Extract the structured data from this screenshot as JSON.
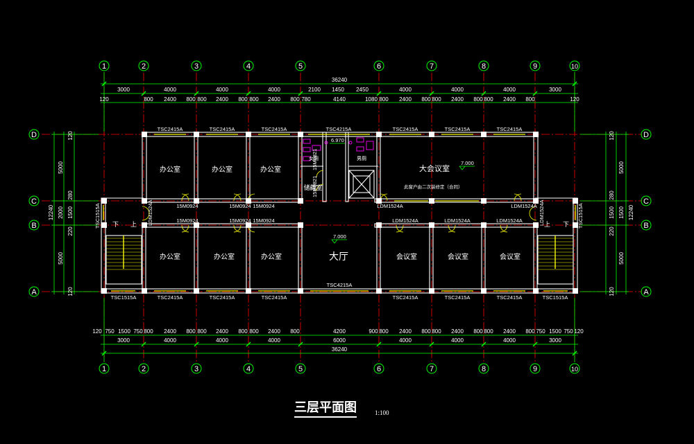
{
  "title": "三层平面图",
  "scale": "1:100",
  "colors": {
    "background": "#000000",
    "wall": "#ffffff",
    "window": "#ffff00",
    "dimension": "#00ff00",
    "axis": "#ff0000",
    "annotation": "#ff00ff"
  },
  "axes_vertical": [
    "1",
    "2",
    "3",
    "4",
    "5",
    "6",
    "7",
    "8",
    "9",
    "10"
  ],
  "axes_horizontal": [
    "D",
    "C",
    "B",
    "A"
  ],
  "dims": {
    "top_total": "36240",
    "top_row1": [
      "3000",
      "4000",
      "4000",
      "4000",
      "2100",
      "1450",
      "2450",
      "4000",
      "4000",
      "4000",
      "3000"
    ],
    "top_row2": [
      "120",
      "800",
      "2400",
      "800",
      "800",
      "2400",
      "800",
      "800",
      "2400",
      "800",
      "780",
      "4140",
      "1080",
      "800",
      "2400",
      "800",
      "800",
      "2400",
      "800",
      "800",
      "2400",
      "800",
      "120"
    ],
    "bottom_row1": [
      "120",
      "750",
      "1500",
      "750",
      "800",
      "2400",
      "800",
      "800",
      "2400",
      "800",
      "800",
      "2400",
      "800",
      "4200",
      "900",
      "800",
      "2400",
      "800",
      "800",
      "2400",
      "800",
      "800",
      "2400",
      "800",
      "750",
      "1500",
      "750",
      "120"
    ],
    "bottom_row2": [
      "3000",
      "4000",
      "4000",
      "4000",
      "6000",
      "4000",
      "4000",
      "4000",
      "3000"
    ],
    "bottom_total": "36240",
    "left_outer": [
      "5000",
      "2000",
      "5000"
    ],
    "left_total": "12240",
    "left_inner": [
      "120",
      "280",
      "1500",
      "220",
      "120"
    ],
    "right_outer": [
      "5000",
      "1500",
      "5000"
    ],
    "right_total": "12240",
    "right_inner": [
      "120",
      "280",
      "1500",
      "220",
      "120"
    ]
  },
  "rooms": {
    "office1": "办公室",
    "office2": "办公室",
    "office3": "办公室",
    "storage": "储藏室",
    "female_wc": "女厕",
    "male_wc": "男厕",
    "big_meeting": "大会议室",
    "office4": "办公室",
    "office5": "办公室",
    "office6": "办公室",
    "hall": "大厅",
    "meeting1": "会议室",
    "meeting2": "会议室",
    "meeting3": "会议室"
  },
  "labels": {
    "elev_top": "6.970",
    "elev_hall": "7.000",
    "elev_meeting": "7.000",
    "note": "此窗户由二次装修定（合同）",
    "stair_down": "下",
    "stair_up": "上",
    "stair_up_r": "上",
    "stair_down_r": "下",
    "win_top": [
      "TSC2415A",
      "TSC2415A",
      "TSC2415A",
      "TSC4215A",
      "TSC2415A",
      "TSC2415A",
      "TSC2415A"
    ],
    "win_bottom": [
      "TSC1515A",
      "TSC2415A",
      "TSC2415A",
      "TSC2415A",
      "TSC4215A",
      "TSC2415A",
      "TSC2415A",
      "TSC2415A",
      "TSC1515A"
    ],
    "door_c": [
      "15M0924",
      "15M0924",
      "15M0924",
      "LDM1524A",
      "LDM1524A"
    ],
    "door_b": [
      "15M0924",
      "15M0924",
      "15M0924",
      "LDM1524A",
      "LDM1524A",
      "LDM1524A",
      "LDM1524A"
    ],
    "stair_win_l": "TSC1515A",
    "stair_win_r": "TSC1515A",
    "ldm_l": "LDM1524A",
    "m0821_a": "15M0821",
    "m0821_b": "15M0821"
  }
}
